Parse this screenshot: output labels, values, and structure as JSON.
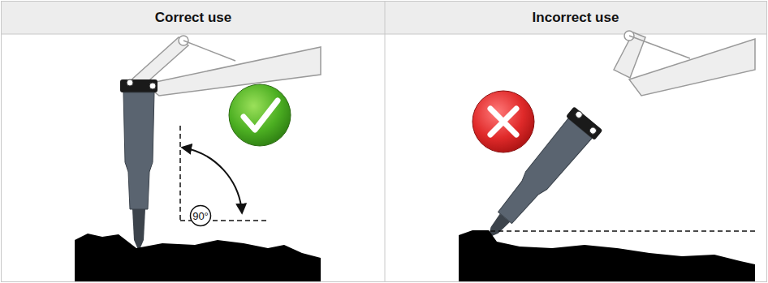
{
  "diagram": {
    "nodes": [
      {
        "text": [
          "90°"
        ]
      }
    ],
    "labels": [
      "Correct use",
      "Incorrect use"
    ]
  }
}
